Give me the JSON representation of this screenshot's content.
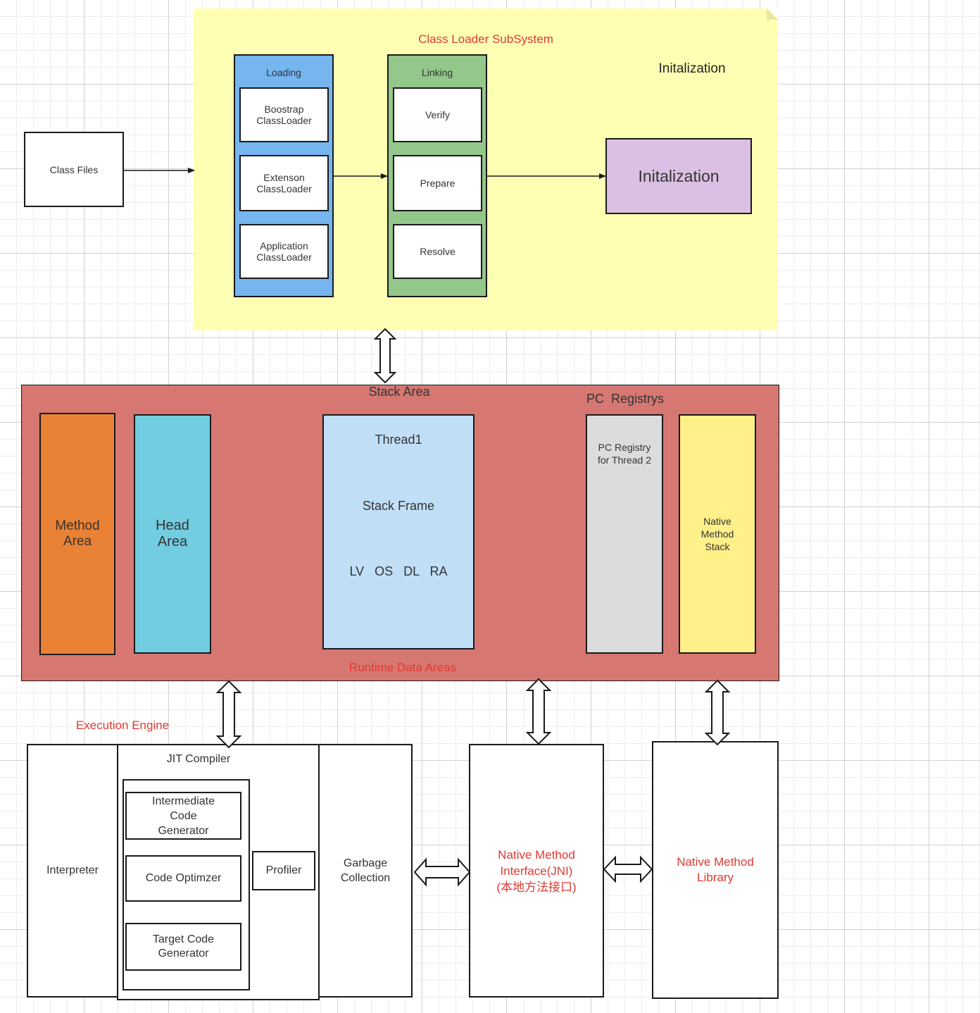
{
  "class_loader": {
    "title": "Class Loader SubSystem",
    "heading": "Initalization",
    "class_files": "Class Files",
    "loading": {
      "label": "Loading",
      "items": [
        "Boostrap\nClassLoader",
        "Extenson\nClassLoader",
        "Application\nClassLoader"
      ]
    },
    "linking": {
      "label": "Linking",
      "items": [
        "Verify",
        "Prepare",
        "Resolve"
      ]
    },
    "initialization_box": "Initalization"
  },
  "runtime": {
    "title": "Runtime Data Areas",
    "stack_area": "Stack Area",
    "pc_registrys": "PC  Registrys",
    "method_area": "Method\nArea",
    "heap_area": "Head\nArea",
    "thread": {
      "title": "Thread1",
      "frame": "Stack Frame",
      "parts": "LV   OS   DL   RA"
    },
    "pc_registry": "PC Registry\nfor Thread 2",
    "native_stack": "Native\nMethod\nStack"
  },
  "execution": {
    "title": "Execution Engine",
    "interpreter": "Interpreter",
    "jit": {
      "title": "JIT Compiler",
      "items": [
        "Intermediate\nCode\nGenerator",
        "Code Optimzer",
        "Target Code\nGenerator"
      ],
      "profiler": "Profiler"
    },
    "gc": "Garbage\nCollection"
  },
  "native": {
    "interface": "Native Method\nInterface(JNI)\n(本地方法接口)",
    "library": "Native Method\nLibrary"
  },
  "colors": {
    "note": "#ffffb4",
    "loading": "#75b5f0",
    "linking": "#93c78b",
    "init": "#dbc0e3",
    "runtime": "#d77772",
    "method": "#e98235",
    "heap": "#72cde0",
    "thread": "#c0dff6",
    "pc": "#dcdcdc",
    "native_stack": "#fff08a",
    "red_text": "#e03a32"
  }
}
